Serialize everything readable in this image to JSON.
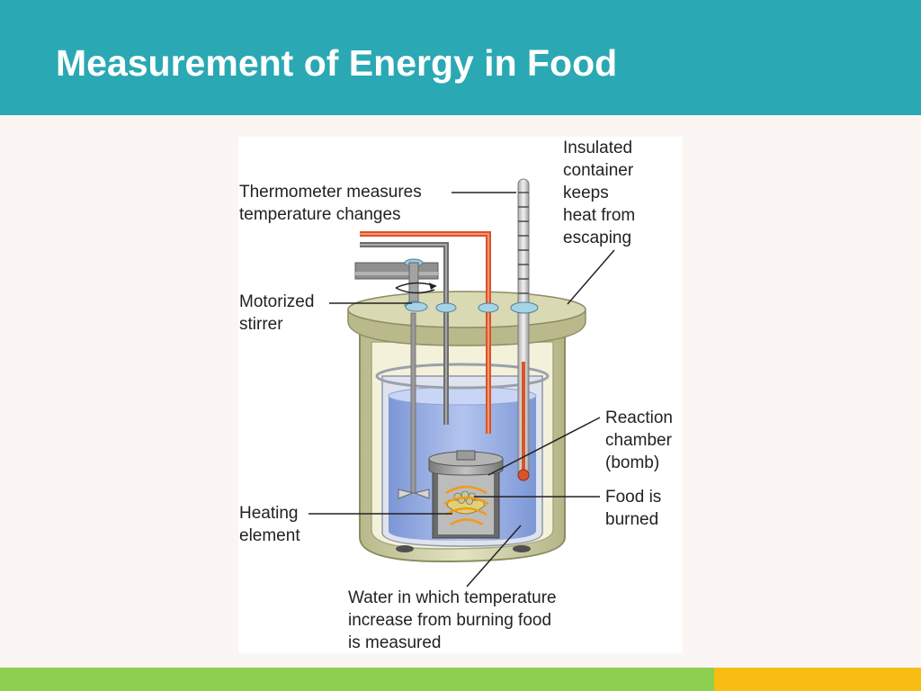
{
  "slide": {
    "title": "Measurement of Energy in Food"
  },
  "diagram": {
    "labels": {
      "thermometer": "Thermometer measures\ntemperature changes",
      "insulated": "Insulated\ncontainer\nkeeps\nheat from\nescaping",
      "stirrer": "Motorized\nstirrer",
      "reaction": "Reaction\nchamber\n(bomb)",
      "food": "Food is\nburned",
      "heating": "Heating\nelement",
      "water": "Water in which temperature\nincrease from burning food\nis measured"
    }
  },
  "colors": {
    "header": "#2aa8b4",
    "background": "#fbf6f3",
    "footer_green": "#8dcf4f",
    "footer_gold": "#f7bd12",
    "water": "#8fa8e0",
    "container": "#cfcfa3",
    "wire": "#d9532b"
  }
}
